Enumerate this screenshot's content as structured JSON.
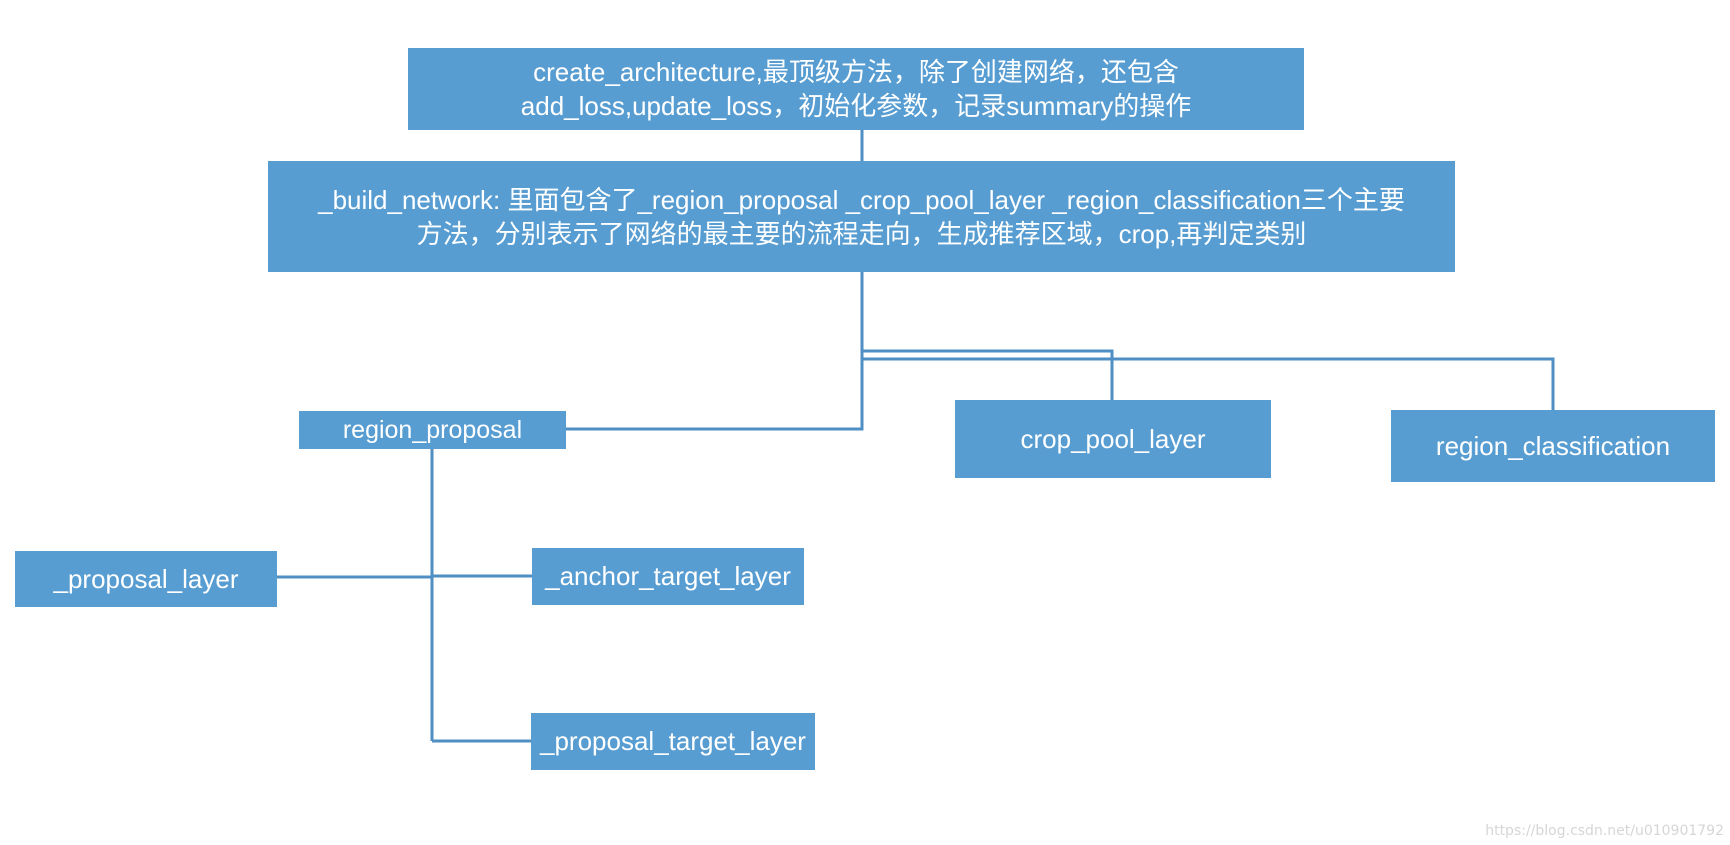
{
  "diagram": {
    "top": {
      "line1": "create_architecture,最顶级方法，除了创建网络，还包含",
      "line2": "add_loss,update_loss，初始化参数，记录summary的操作"
    },
    "build": {
      "line1": "_build_network: 里面包含了_region_proposal   _crop_pool_layer   _region_classification三个主要",
      "line2": "方法，分别表示了网络的最主要的流程走向，生成推荐区域，crop,再判定类别"
    },
    "region_proposal": "region_proposal",
    "crop_pool_layer": "crop_pool_layer",
    "region_classification": "region_classification",
    "proposal_layer": "_proposal_layer",
    "anchor_target_layer": "_anchor_target_layer",
    "proposal_target_layer": "_proposal_target_layer"
  },
  "colors": {
    "box_fill": "#579dd2",
    "connector": "#4f8fc3",
    "text": "#ffffff"
  },
  "watermark": "https://blog.csdn.net/u010901792"
}
